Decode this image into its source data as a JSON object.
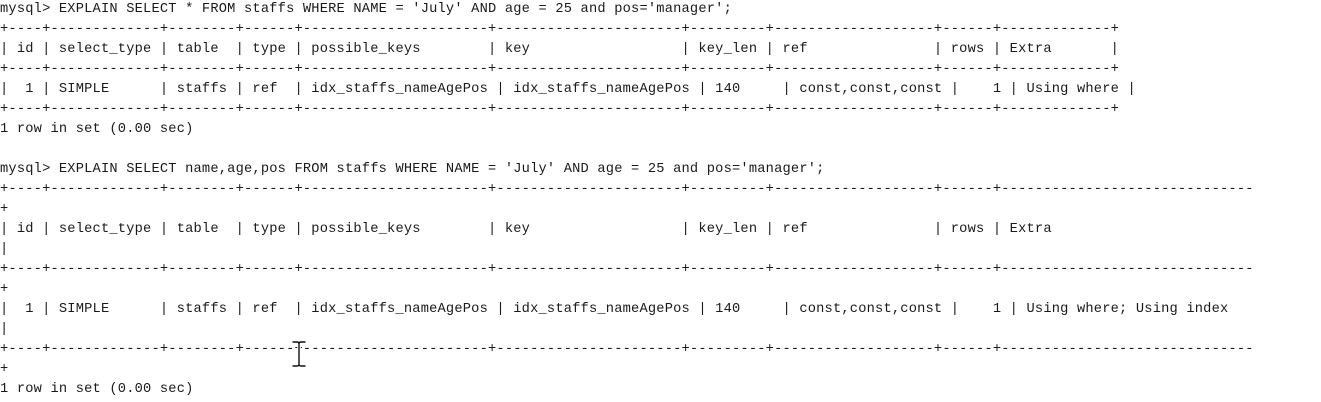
{
  "terminal": {
    "lines": [
      "mysql> EXPLAIN SELECT * FROM staffs WHERE NAME = 'July' AND age = 25 and pos='manager';",
      "+----+-------------+--------+------+----------------------+----------------------+---------+-------------------+------+-------------+",
      "| id | select_type | table  | type | possible_keys        | key                  | key_len | ref               | rows | Extra       |",
      "+----+-------------+--------+------+----------------------+----------------------+---------+-------------------+------+-------------+",
      "|  1 | SIMPLE      | staffs | ref  | idx_staffs_nameAgePos | idx_staffs_nameAgePos | 140     | const,const,const |    1 | Using where |",
      "+----+-------------+--------+------+----------------------+----------------------+---------+-------------------+------+-------------+",
      "1 row in set (0.00 sec)",
      "",
      "mysql> EXPLAIN SELECT name,age,pos FROM staffs WHERE NAME = 'July' AND age = 25 and pos='manager';",
      "+----+-------------+--------+------+----------------------+----------------------+---------+-------------------+------+------------------------------",
      "+",
      "| id | select_type | table  | type | possible_keys        | key                  | key_len | ref               | rows | Extra",
      "|",
      "+----+-------------+--------+------+----------------------+----------------------+---------+-------------------+------+------------------------------",
      "+",
      "|  1 | SIMPLE      | staffs | ref  | idx_staffs_nameAgePos | idx_staffs_nameAgePos | 140     | const,const,const |    1 | Using where; Using index",
      "|",
      "+----+-------------+--------+------+----------------------+----------------------+---------+-------------------+------+------------------------------",
      "+",
      "1 row in set (0.00 sec)"
    ]
  }
}
